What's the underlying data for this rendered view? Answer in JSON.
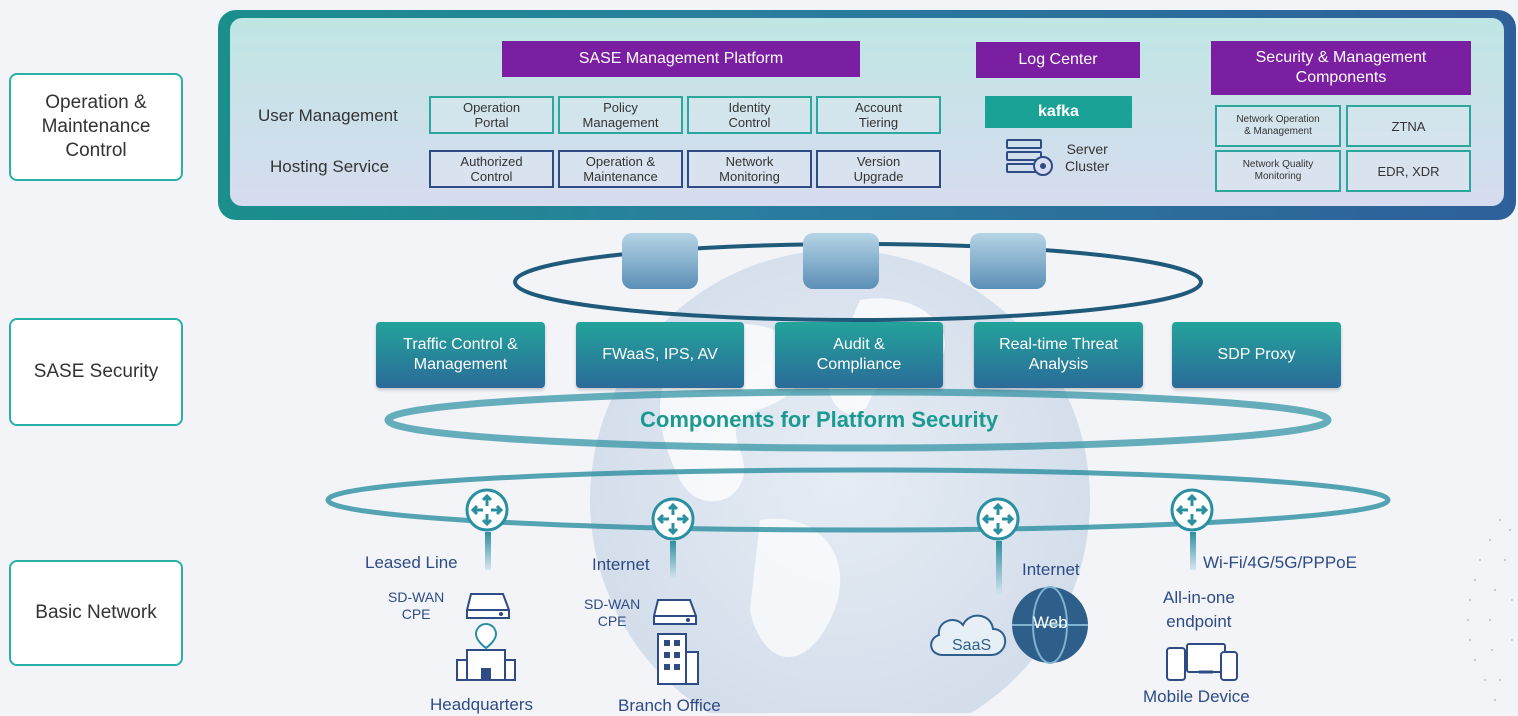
{
  "side_labels": {
    "operation": "Operation &\nMaintenance\nControl",
    "security": "SASE Security",
    "network": "Basic Network"
  },
  "management": {
    "platform_title": "SASE Management Platform",
    "row1_label": "User Management",
    "row2_label": "Hosting Service",
    "row1": [
      "Operation\nPortal",
      "Policy\nManagement",
      "Identity\nControl",
      "Account\nTiering"
    ],
    "row2": [
      "Authorized\nControl",
      "Operation &\nMaintenance",
      "Network\nMonitoring",
      "Version\nUpgrade"
    ],
    "log_center": "Log Center",
    "kafka": "kafka",
    "server_cluster": "Server\nCluster",
    "components_title": "Security & Management\nComponents",
    "components": [
      "Network Operation\n& Management",
      "ZTNA",
      "Network Quality\nMonitoring",
      "EDR, XDR"
    ]
  },
  "security": {
    "boxes": [
      "Traffic Control &\nManagement",
      "FWaaS, IPS, AV",
      "Audit &\nCompliance",
      "Real-time Threat\nAnalysis",
      "SDP Proxy"
    ],
    "platform_label": "Components for Platform Security"
  },
  "network": {
    "hq_link": "Leased Line",
    "hq_cpe": "SD-WAN\nCPE",
    "hq_label": "Headquarters",
    "branch_link": "Internet",
    "branch_cpe": "SD-WAN\nCPE",
    "branch_label": "Branch Office",
    "cloud_link": "Internet",
    "saas": "SaaS",
    "web": "Web",
    "mobile_link": "Wi-Fi/4G/5G/PPPoE",
    "endpoint": "All-in-one\nendpoint",
    "mobile_label": "Mobile Device"
  },
  "colors": {
    "teal": "#2ab0a4",
    "purple": "#7b1fa2",
    "navy": "#2e4b86"
  }
}
